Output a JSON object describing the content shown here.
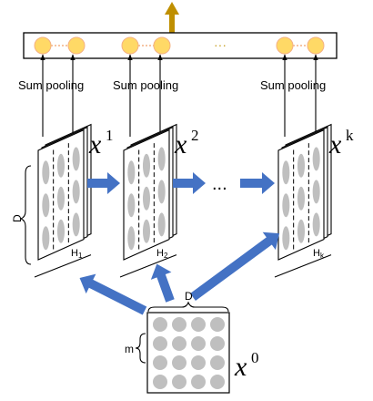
{
  "pooling_label": "Sum pooling",
  "ellipsis": "...",
  "dots": "···",
  "dimension_d": "D",
  "dimension_m": "m",
  "tensors": [
    {
      "var": "x",
      "sup": "1",
      "h": "H",
      "h_sub": "1"
    },
    {
      "var": "x",
      "sup": "2",
      "h": "H",
      "h_sub": "2"
    },
    {
      "var": "x",
      "sup": "k",
      "h": "H",
      "h_sub": "k"
    }
  ],
  "input": {
    "var": "x",
    "sup": "0"
  },
  "colors": {
    "arrow_blue": "#4472C4",
    "output_arrow": "#BF8F00",
    "node_yellow": "#FFD966",
    "node_edge": "#F4B183",
    "dot_gray": "#BFBFBF"
  }
}
